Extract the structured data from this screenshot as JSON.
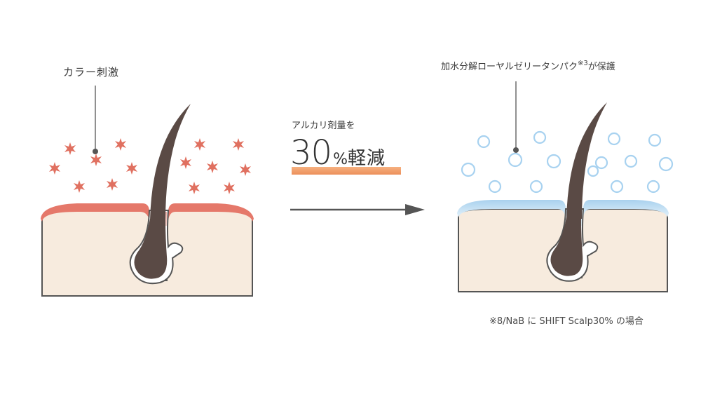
{
  "left_panel": {
    "label": "カラー刺激"
  },
  "right_panel": {
    "label": "加水分解ローヤルゼリータンパク",
    "label_sup": "※3",
    "label_suffix": "が保護"
  },
  "center": {
    "caption": "アルカリ剤量を",
    "number": "30",
    "percent": "%",
    "suffix": "軽減"
  },
  "footnote": "※8/NaB に SHIFT Scalp30% の場合",
  "colors": {
    "skin": "#f7ebde",
    "skin_outline": "#555555",
    "irritation_layer": "#e5786a",
    "protect_layer": "#bcd9ef",
    "hair": "#5a4a45",
    "highlight_bar": "#ee9a66",
    "arrow": "#555555",
    "star": "#e07060",
    "bubble": "#a8d2f0"
  },
  "icons": {
    "irritant": "star-icon",
    "protein": "bubble-icon"
  }
}
